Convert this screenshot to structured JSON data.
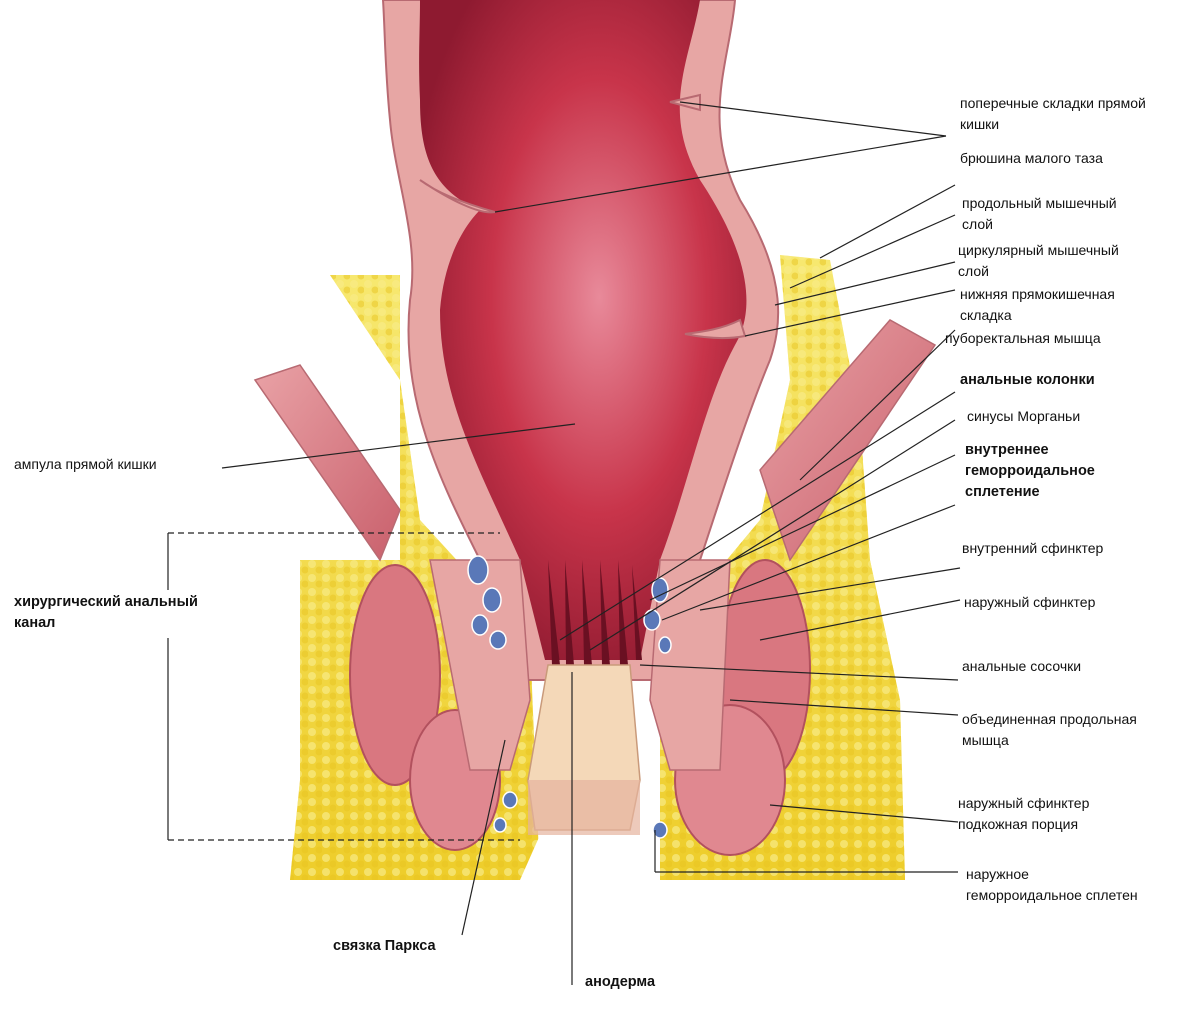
{
  "colors": {
    "fat": "#f3d93a",
    "fat_light": "#f8ea7a",
    "mucosa": "#c8344a",
    "mucosa_dark": "#8e1a30",
    "mucosa_light": "#e98a9a",
    "wall": "#e7a6a4",
    "muscle": "#d97780",
    "skin": "#f4d8b8",
    "vessel": "#5a78b8",
    "line": "#222222"
  },
  "labels": {
    "transverse_folds": "поперечные складки прямой\nкишки",
    "pelvic_peritoneum": "брюшина малого таза",
    "longitudinal_muscle": "продольный мышечный\nслой",
    "circular_muscle": "циркулярный мышечный\nслой",
    "lower_fold": "нижняя прямокишечная\nскладка",
    "puborectalis": "пуборектальная мышца",
    "anal_columns": "анальные колонки",
    "morgagni_sinuses": "синусы Морганьи",
    "internal_plexus": "внутреннее\nгеморроидальное\nсплетение",
    "internal_sphincter": "внутренний сфинктер",
    "external_sphincter": "наружный сфинктер",
    "anal_papillae": "анальные сосочки",
    "conjoined_longitudinal": "объединенная продольная\nмышца",
    "external_subcutaneous": "наружный сфинктер\nподкожная порция",
    "external_plexus": "наружное\nгеморроидальное сплетен",
    "ampulla": "ампула прямой кишки",
    "surgical_canal": "хирургический анальный\nканал",
    "parks_ligament": "связка Паркса",
    "anoderm": "анодерма"
  }
}
